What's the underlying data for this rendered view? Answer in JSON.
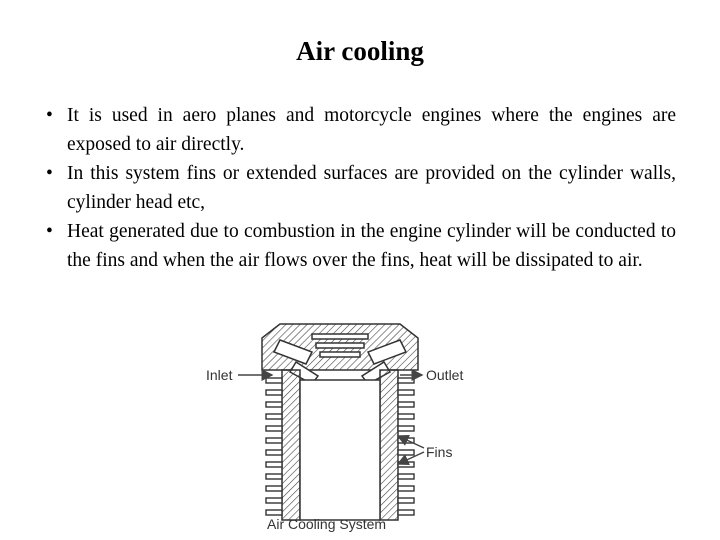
{
  "title": "Air cooling",
  "bullets": [
    {
      "text": "It is used in aero planes and motorcycle engines where the engines are exposed to air directly."
    },
    {
      "text": "In this system fins or extended surfaces are provided on the cylinder walls, cylinder head etc,"
    },
    {
      "text": "Heat generated due to combustion in the engine cylinder will be conducted to the fins and when the air flows over the fins, heat will be dissipated to air."
    }
  ],
  "bullet_glyph": "•",
  "figure": {
    "inlet_label": "Inlet",
    "outlet_label": "Outlet",
    "fins_label": "Fins",
    "caption": "Air Cooling System"
  }
}
